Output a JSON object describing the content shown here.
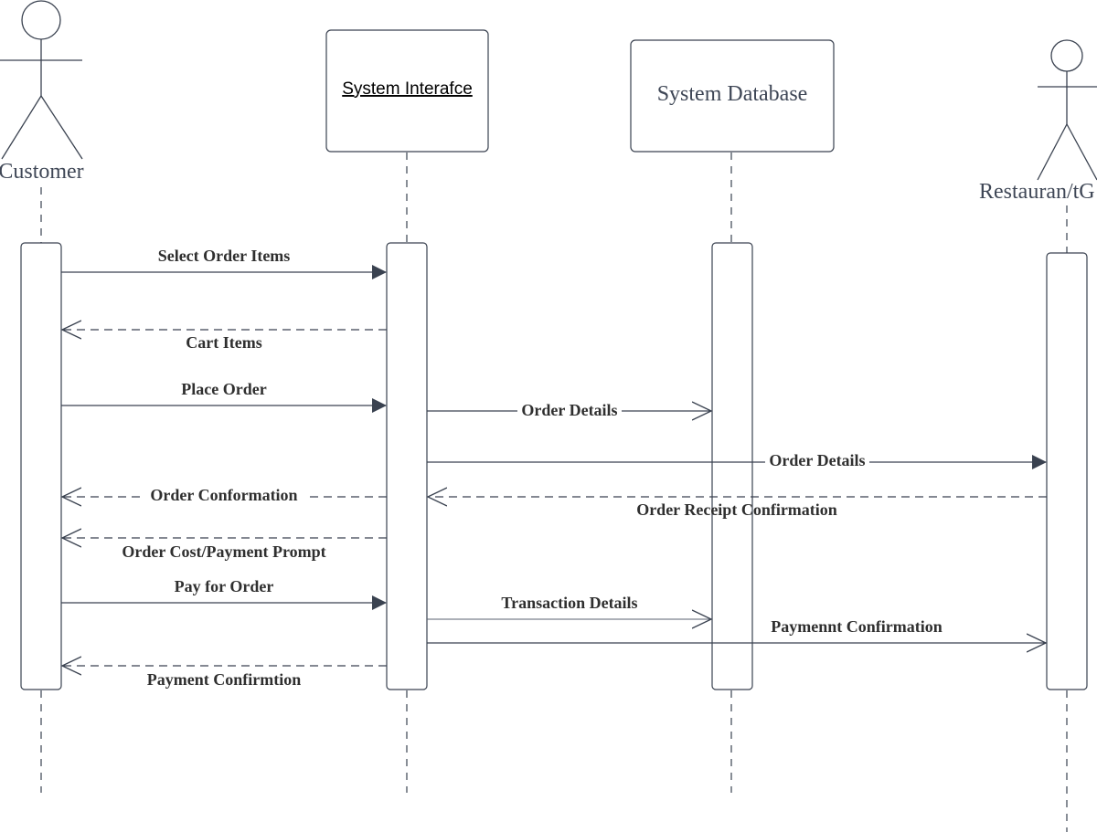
{
  "diagram": {
    "type": "sequence",
    "colors": {
      "line": "#3a4250",
      "text": "#2f2f2f",
      "actor_text": "#3f4756",
      "background": "#ffffff"
    },
    "participants": {
      "customer": {
        "label": "Customer",
        "kind": "actor"
      },
      "interface": {
        "label": "System Interafce",
        "kind": "object"
      },
      "database": {
        "label": "System Database",
        "kind": "object"
      },
      "restaurant": {
        "label": "Restauran/tG",
        "kind": "actor"
      }
    },
    "messages": [
      {
        "label": "Select Order Items",
        "from": "customer",
        "to": "interface",
        "style": "solid-filled"
      },
      {
        "label": "Cart Items",
        "from": "interface",
        "to": "customer",
        "style": "dashed-open"
      },
      {
        "label": "Place Order",
        "from": "customer",
        "to": "interface",
        "style": "solid-filled"
      },
      {
        "label": "Order Details",
        "from": "interface",
        "to": "database",
        "style": "solid-open"
      },
      {
        "label": "Order Details",
        "from": "interface",
        "to": "restaurant",
        "style": "solid-filled"
      },
      {
        "label": "Order Conformation",
        "from": "interface",
        "to": "customer",
        "style": "dashed-open"
      },
      {
        "label": "Order Receipt Confirmation",
        "from": "restaurant",
        "to": "interface",
        "style": "dashed-open"
      },
      {
        "label": "Order Cost/Payment Prompt",
        "from": "interface",
        "to": "customer",
        "style": "dashed-open"
      },
      {
        "label": "Pay for Order",
        "from": "customer",
        "to": "interface",
        "style": "solid-filled"
      },
      {
        "label": "Transaction Details",
        "from": "interface",
        "to": "database",
        "style": "solid-open"
      },
      {
        "label": "Paymennt Confirmation",
        "from": "interface",
        "to": "restaurant",
        "style": "solid-open"
      },
      {
        "label": "Payment Confirmtion",
        "from": "interface",
        "to": "customer",
        "style": "dashed-open"
      }
    ]
  }
}
